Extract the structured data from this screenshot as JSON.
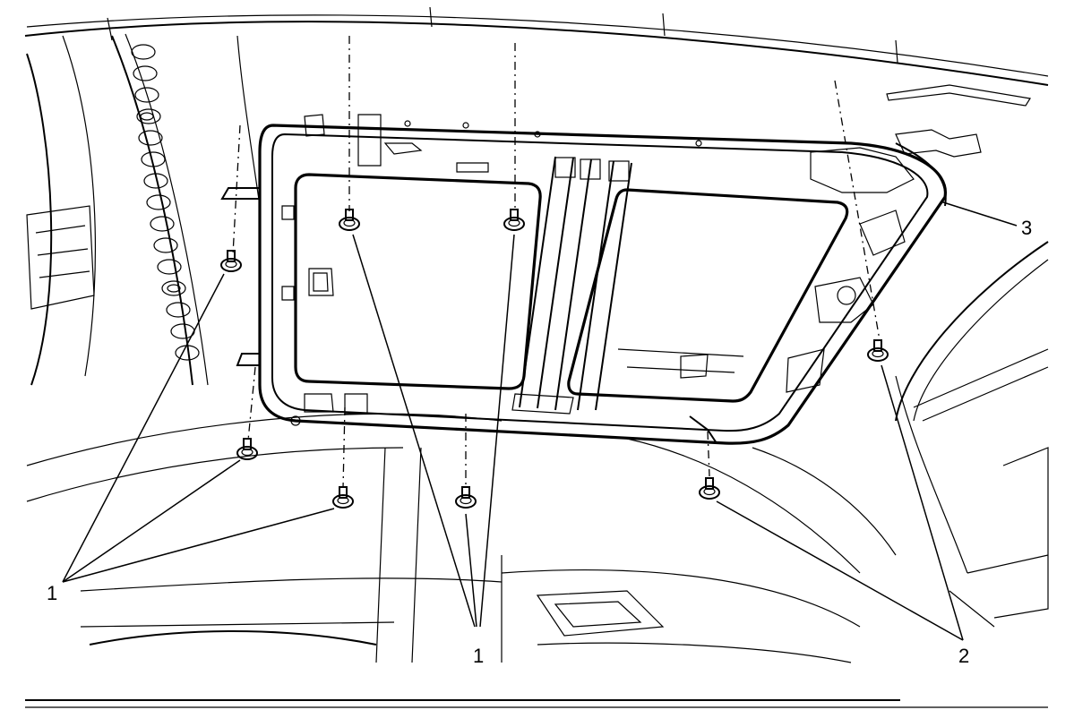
{
  "callouts": {
    "fastener_front_left": "1",
    "fastener_center": "1",
    "fastener_rear_right": "2",
    "sunroof_module": "3"
  }
}
